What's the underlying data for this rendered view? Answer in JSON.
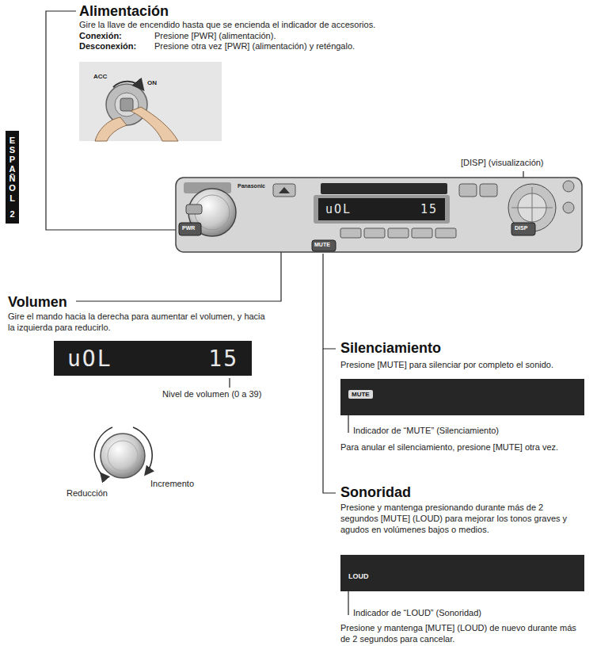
{
  "diagram": {
    "nodes": [
      {
        "text": [
          "ESPAÑOL",
          "2"
        ]
      },
      {
        "text": [
          "uOL",
          "15"
        ]
      },
      {
        "text": [
          "uOL",
          "15"
        ]
      },
      {
        "text": [
          "MUTE"
        ]
      },
      {
        "text": [
          "LOUD"
        ]
      }
    ],
    "labels": [
      "Alimentación",
      "Gire la llave de encendido hasta que se encienda el indicador de accesorios.",
      "Conexión:",
      "Presione [PWR] (alimentación).",
      "Desconexión:",
      "Presione otra vez [PWR] (alimentación) y reténgalo.",
      "ACC",
      "ON",
      "[DISP] (visualización)",
      "Panasonic",
      "PWR",
      "MUTE",
      "DISP",
      "Volumen",
      "Gire el mando hacia la derecha para aumentar el volumen, y hacia la izquierda para reducirlo.",
      "Nivel de volumen (0 a 39)",
      "Reducción",
      "Incremento",
      "Silenciamiento",
      "Presione [MUTE] para silenciar por completo el sonido.",
      "Indicador de “MUTE” (Silenciamiento)",
      "Para anular el silenciamiento, presione [MUTE] otra vez.",
      "Sonoridad",
      "Presione y mantenga presionando durante más de 2 segundos [MUTE] (LOUD) para mejorar los tonos graves y agudos en volúmenes bajos o medios.",
      "Indicador de “LOUD” (Sonoridad)",
      "Presione y mantenga [MUTE] (LOUD) de nuevo durante más de 2 segundos para cancelar."
    ]
  }
}
